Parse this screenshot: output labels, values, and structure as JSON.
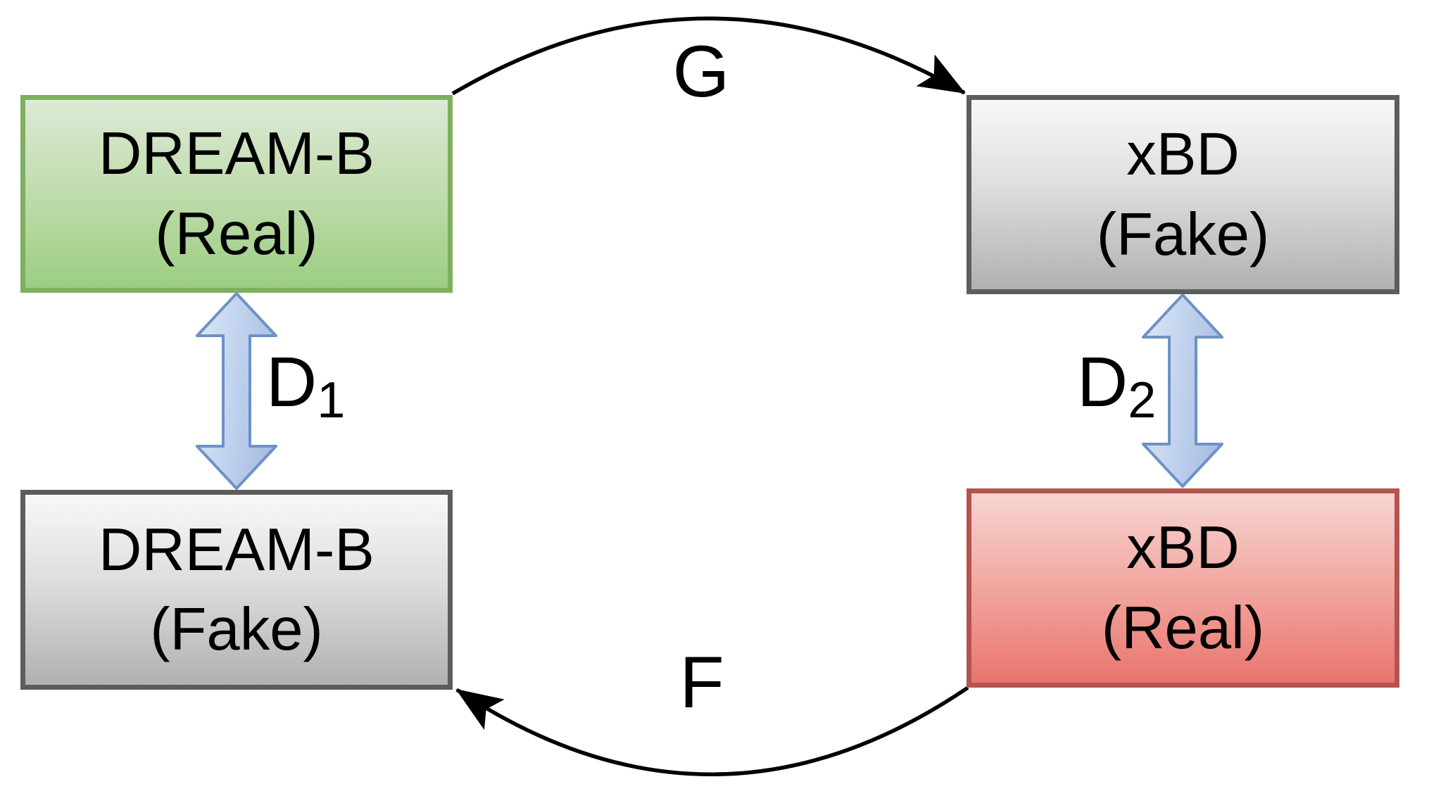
{
  "nodes": {
    "top_left": {
      "title": "DREAM-B",
      "subtitle": "(Real)"
    },
    "top_right": {
      "title": "xBD",
      "subtitle": "(Fake)"
    },
    "bottom_left": {
      "title": "DREAM-B",
      "subtitle": "(Fake)"
    },
    "bottom_right": {
      "title": "xBD",
      "subtitle": "(Real)"
    }
  },
  "edge_labels": {
    "g": "G",
    "f": "F",
    "d1_base": "D",
    "d1_sub": "1",
    "d2_base": "D",
    "d2_sub": "2"
  },
  "colors": {
    "green_fill_top": "#dcead6",
    "green_fill_bottom": "#9cce82",
    "green_border": "#7eaf60",
    "gray_fill_top": "#f8f8f8",
    "gray_fill_bottom": "#b1b1b1",
    "gray_border": "#5d5d5d",
    "red_fill_top": "#f7d4d1",
    "red_fill_bottom": "#e9756d",
    "red_border": "#b5534f",
    "blue_arrow_fill_light": "#dde7f6",
    "blue_arrow_fill_dark": "#a9c0e5",
    "blue_arrow_border": "#6d92c4",
    "curve_color": "#000000",
    "text_color": "#000000",
    "background": "#ffffff"
  }
}
